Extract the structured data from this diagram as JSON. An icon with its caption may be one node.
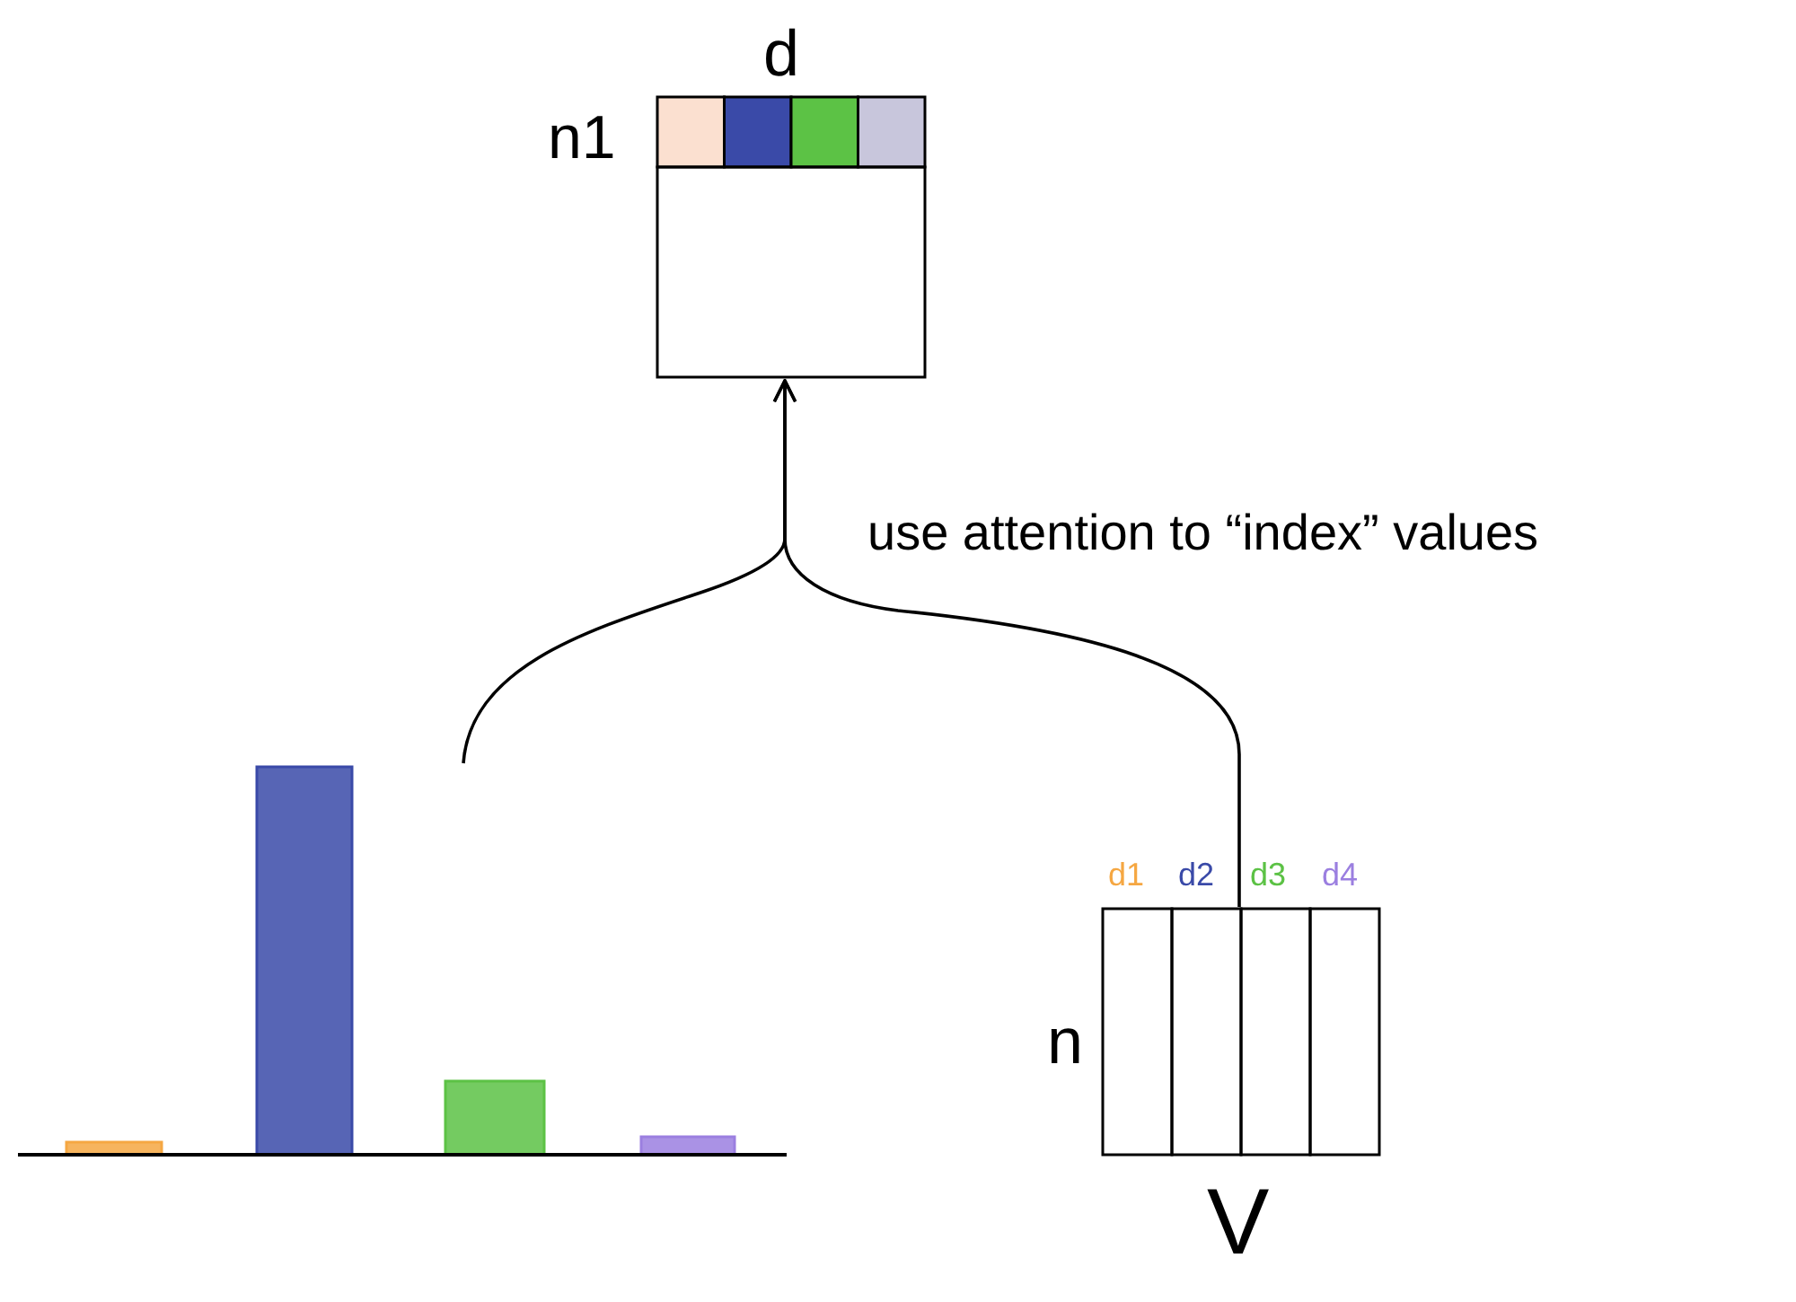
{
  "diagram": {
    "nodes": [
      {
        "text": [
          "d"
        ],
        "beside": [
          "n1"
        ]
      },
      {
        "text": [],
        "shape": "picture"
      },
      {
        "text": [
          "V"
        ],
        "beside": [
          "n",
          "d1",
          "d2",
          "d3",
          "d4"
        ]
      }
    ],
    "edges": [
      {
        "from": 1,
        "to": 0,
        "arrow": "to"
      },
      {
        "from": 2,
        "to": 0,
        "arrow": "to",
        "label": "use attention to “index” values"
      }
    ]
  }
}
